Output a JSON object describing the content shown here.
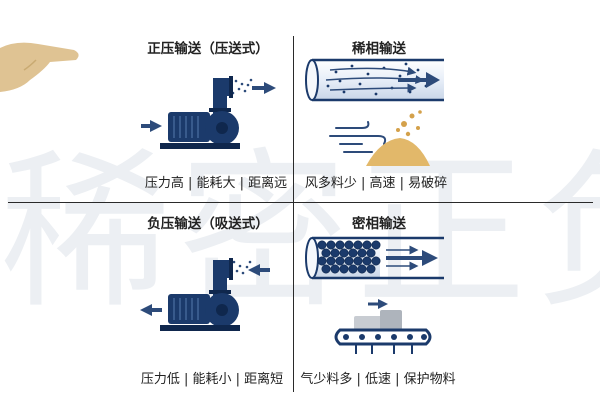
{
  "watermark": "稀密正负",
  "panels": {
    "positive": {
      "title": "正压输送（压送式）",
      "caption": "压力高 | 能耗大 | 距离远"
    },
    "dilute": {
      "title": "稀相输送",
      "caption": "风多料少 | 高速 | 易破碎"
    },
    "negative": {
      "title": "负压输送（吸送式）",
      "caption": "压力低 | 能耗小 | 距离短"
    },
    "dense": {
      "title": "密相输送",
      "caption": "气少料多 | 低速 | 保护物料"
    }
  },
  "colors": {
    "navy": "#1b3a6b",
    "arrow": "#2d4b7a",
    "pipe_fill": "#eef3fa",
    "sand": "#e2b86a",
    "hand": "#dfc393"
  }
}
